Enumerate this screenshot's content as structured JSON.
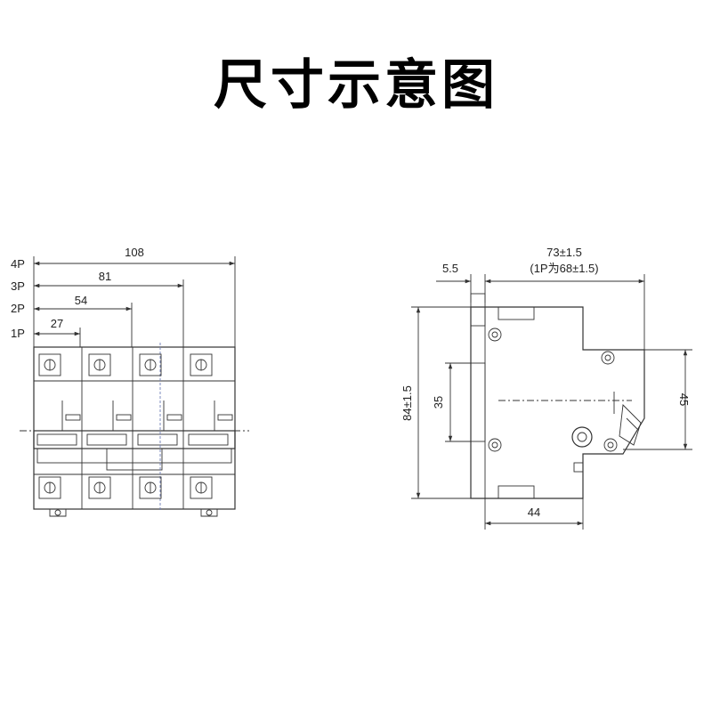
{
  "title": "尺寸示意图",
  "front_view": {
    "pole_labels": [
      "4P",
      "3P",
      "2P",
      "1P"
    ],
    "widths": [
      "108",
      "81",
      "54",
      "27"
    ],
    "pole_count": 4
  },
  "side_view": {
    "width_main": "73±1.5",
    "width_note": "(1P为68±1.5)",
    "offset": "5.5",
    "height_total": "84±1.5",
    "rail_height": "35",
    "front_height": "45",
    "depth": "44"
  }
}
